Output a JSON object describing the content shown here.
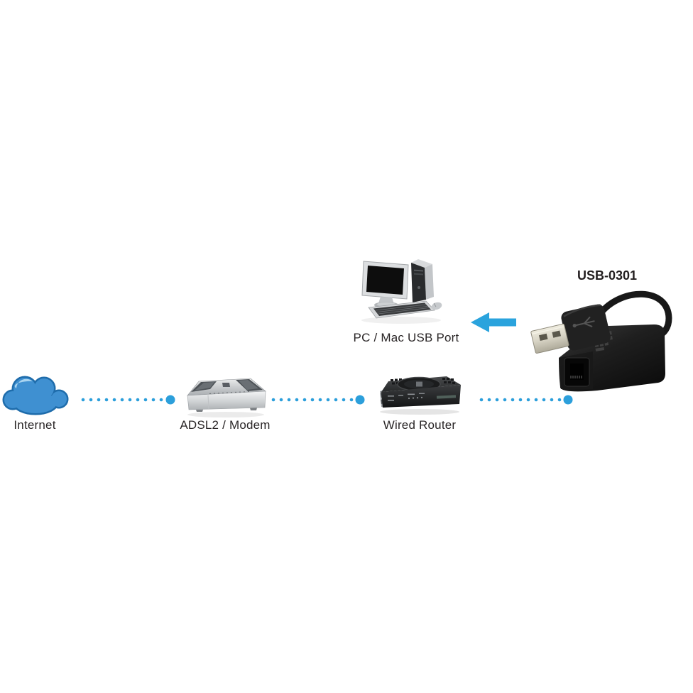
{
  "colors": {
    "accent_blue": "#2CA4DE",
    "cloud_blue": "#3F90D1",
    "cloud_outline": "#1E6CAB",
    "text": "#2A2627"
  },
  "nodes": {
    "internet": {
      "label": "Internet"
    },
    "modem": {
      "label": "ADSL2 / Modem"
    },
    "router": {
      "label": "Wired Router"
    },
    "pc": {
      "label": "PC / Mac USB Port"
    },
    "adapter": {
      "label": "USB-0301"
    }
  }
}
